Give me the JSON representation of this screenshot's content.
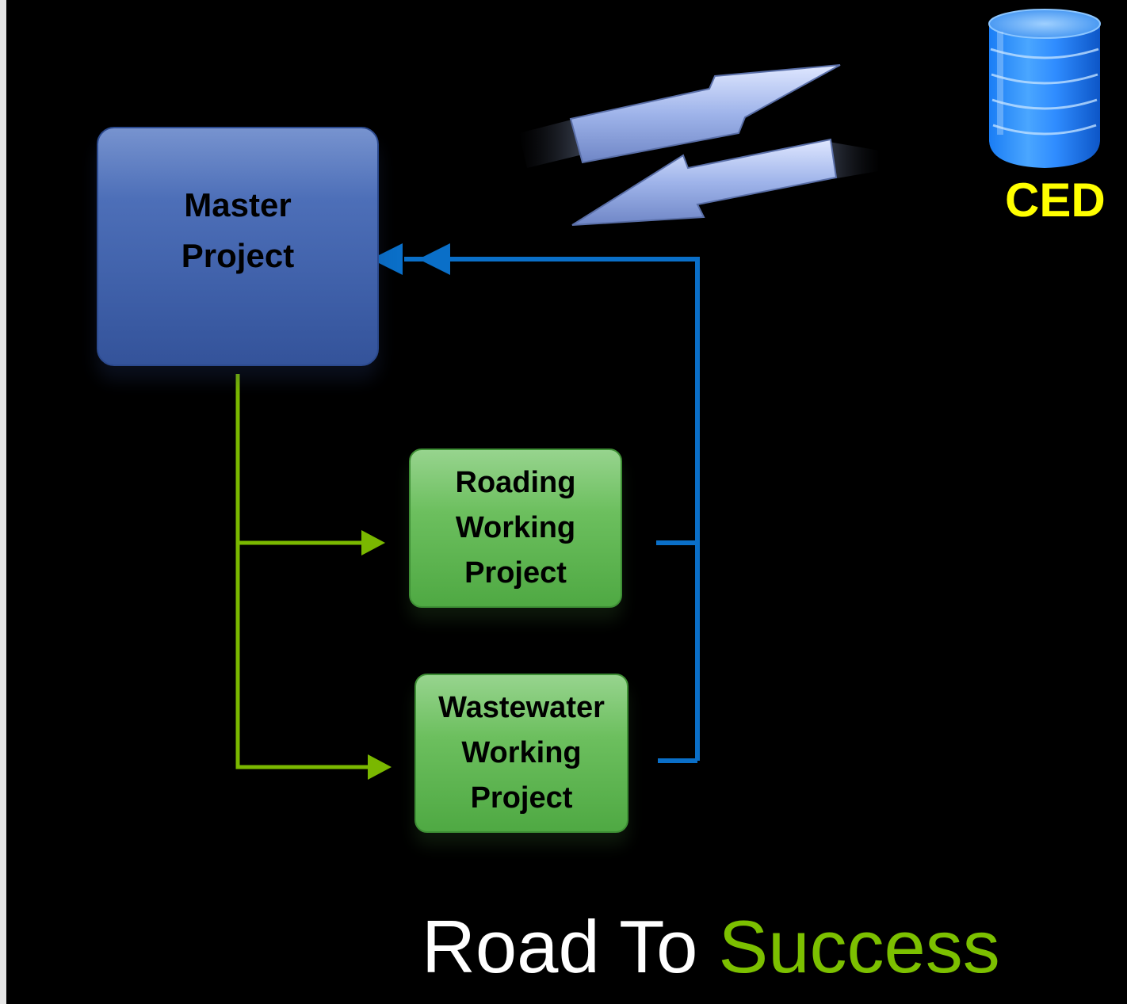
{
  "nodes": {
    "master": {
      "lines": [
        "Master",
        "Project"
      ]
    },
    "roading": {
      "lines": [
        "Roading",
        "Working",
        "Project"
      ]
    },
    "wastewater": {
      "lines": [
        "Wastewater",
        "Working",
        "Project"
      ]
    },
    "database": {
      "label": "CED",
      "icon": "database-cylinder-icon"
    }
  },
  "slogan": {
    "part1": "Road To",
    "part2": "Success"
  },
  "colors": {
    "background": "#000000",
    "master_fill": "#4d6fb8",
    "working_fill": "#6cbf5e",
    "feed_connector": "#7ab800",
    "return_connector": "#0a6fc8",
    "ced_label": "#ffff00",
    "slogan_accent": "#7cc000"
  },
  "connectors": [
    {
      "from": "master",
      "to": "roading",
      "color": "feed_connector"
    },
    {
      "from": "master",
      "to": "wastewater",
      "color": "feed_connector"
    },
    {
      "from": "roading",
      "to": "master",
      "color": "return_connector"
    },
    {
      "from": "wastewater",
      "to": "master",
      "color": "return_connector"
    },
    {
      "from": "master",
      "to": "database",
      "style": "sync-arrows"
    }
  ]
}
